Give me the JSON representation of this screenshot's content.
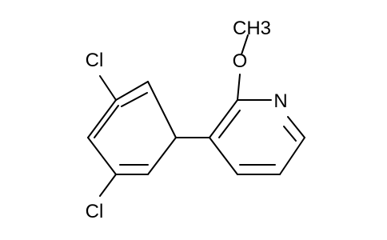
{
  "molecule": {
    "atom_labels": {
      "cl_top": "Cl",
      "cl_bottom": "Cl",
      "oxygen": "O",
      "methyl": "CH3",
      "nitrogen": "N"
    },
    "colors": {
      "bond": "#000000",
      "text": "#000000",
      "background": "#ffffff"
    }
  }
}
